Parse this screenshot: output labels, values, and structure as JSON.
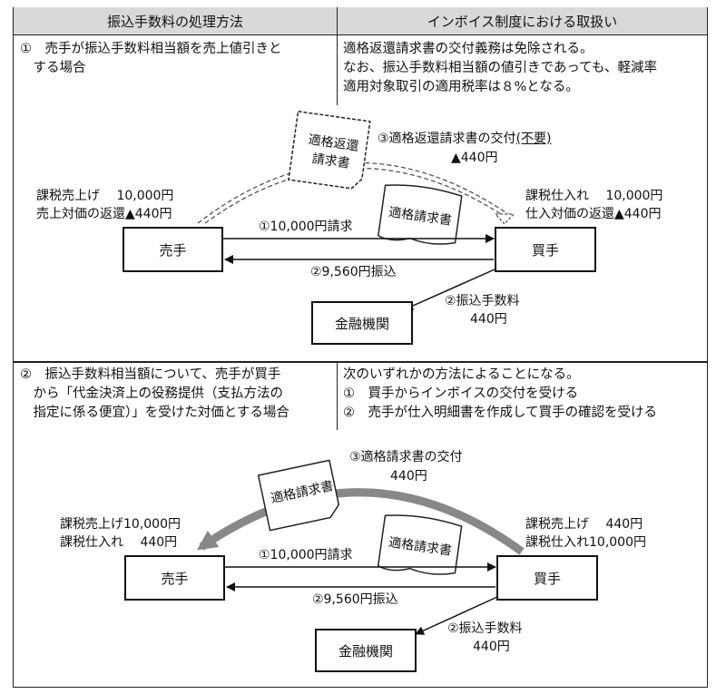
{
  "header": {
    "left": "振込手数料の処理方法",
    "right": "インボイス制度における取扱い"
  },
  "case1": {
    "left_text": "①　売手が振込手数料相当額を売上値引きと\n　する場合",
    "right_text": "適格返還請求書の交付義務は免除される。\nなお、振込手数料相当額の値引きであっても、軽減率\n適用対象取引の適用税率は８%となる。",
    "doc_return": "適格返還\n請求書",
    "doc_invoice": "適格請求書",
    "step3_label": "③適格返還請求書の交付",
    "step3_note": "(不要)",
    "step3_amount": "▲440円",
    "seller_entries": "課税売上げ　 10,000円\n売上対価の返還▲440円",
    "buyer_entries": "課税仕入れ　 10,000円\n仕入対価の返還▲440円",
    "seller": "売手",
    "buyer": "買手",
    "bank": "金融機関",
    "step1": "①10,000円請求",
    "step2": "②9,560円振込",
    "fee": "②振込手数料\n　　440円"
  },
  "case2": {
    "left_text": "②　振込手数料相当額について、売手が買手\n　から「代金決済上の役務提供（支払方法の\n　指定に係る便宜）」を受けた対価とする場合",
    "right_text": "次のいずれかの方法によることになる。\n①　買手からインボイスの交付を受ける\n②　売手が仕入明細書を作成して買手の確認を受ける",
    "doc_invoice_top": "適格請求書",
    "doc_invoice": "適格請求書",
    "step3_label": "③適格請求書の交付",
    "step3_amount": "440円",
    "seller_entries": "課税売上げ10,000円\n課税仕入れ　 440円",
    "buyer_entries": "課税売上げ　 440円\n課税仕入れ10,000円",
    "seller": "売手",
    "buyer": "買手",
    "bank": "金融機関",
    "step1": "①10,000円請求",
    "step2": "②9,560円振込",
    "fee": "②振込手数料\n　　440円"
  }
}
